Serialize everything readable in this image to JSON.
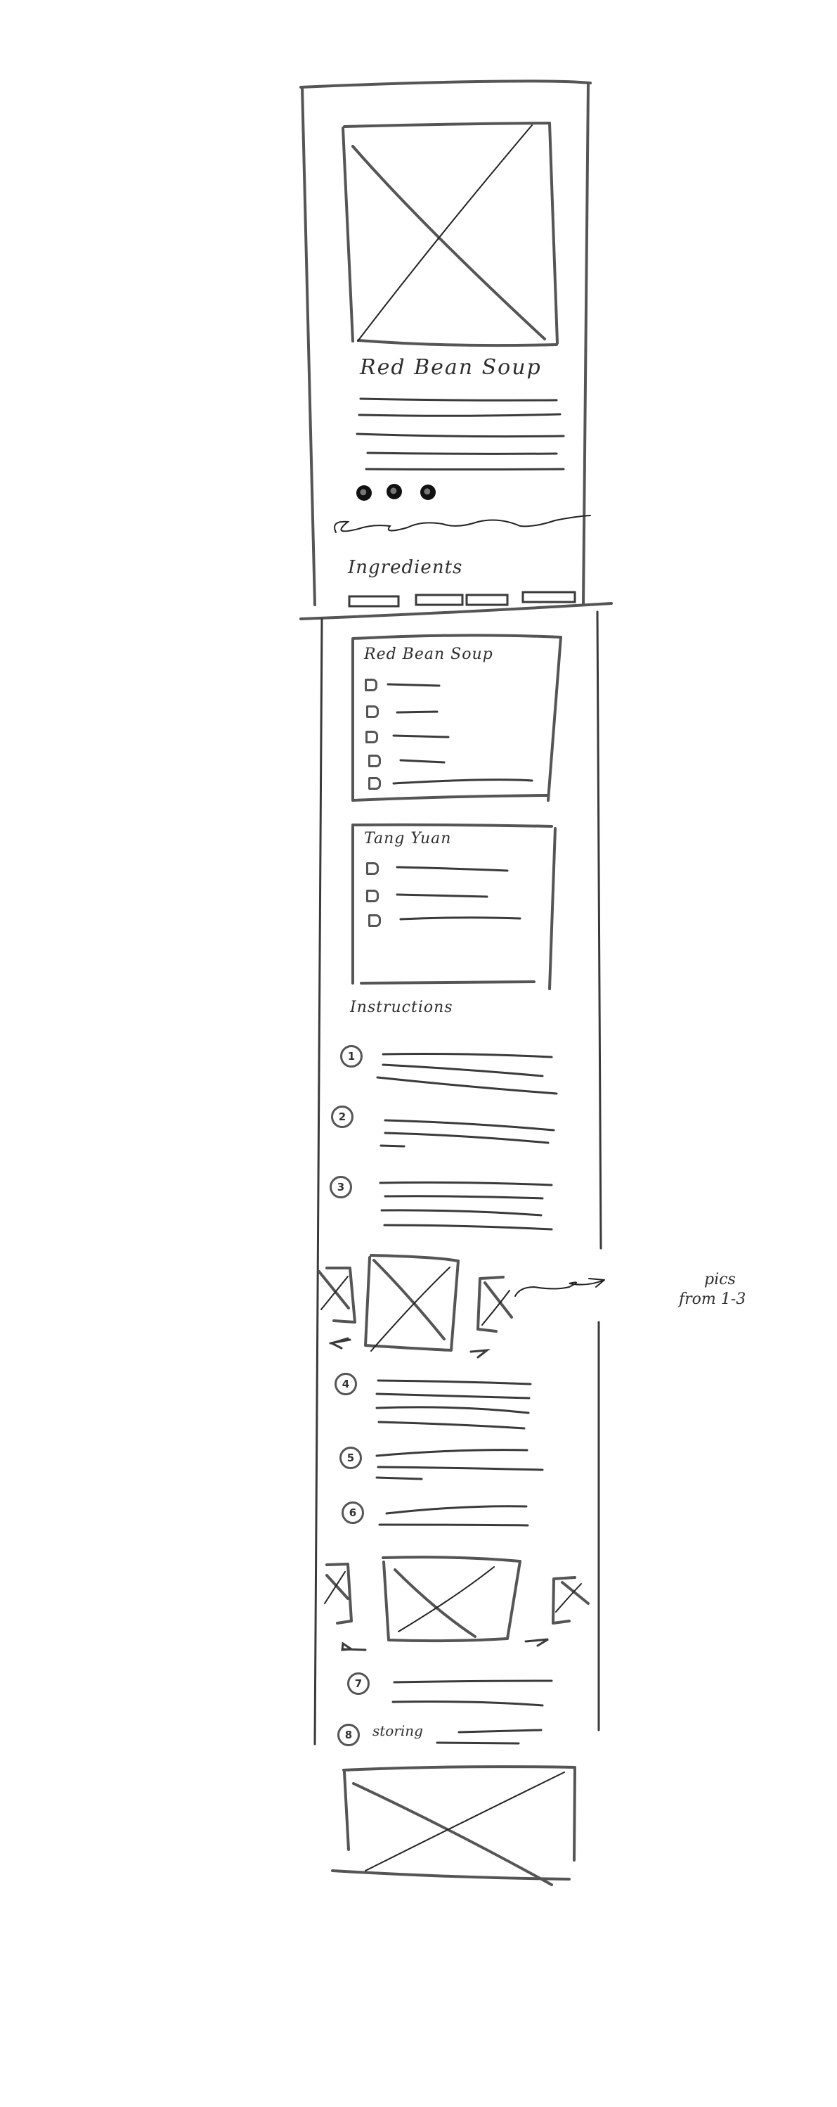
{
  "wireframe": {
    "type": "mobile recipe page sketch",
    "hero_image": {
      "placeholder": "image-placeholder"
    },
    "recipe_title": "Red Bean Soup",
    "description_lines": 5,
    "carousel_dots": 3,
    "tagline_scribble": "(handwritten scribble)",
    "ingredients": {
      "heading": "Ingredients",
      "tabs_count": 4,
      "lists": [
        {
          "title": "Red Bean Soup",
          "items_count": 5
        },
        {
          "title": "Tang Yuan",
          "items_count": 3
        }
      ]
    },
    "instructions": {
      "heading": "Instructions",
      "steps": [
        {
          "number": "1",
          "lines": 3
        },
        {
          "number": "2",
          "lines": 3
        },
        {
          "number": "3",
          "lines": 4
        },
        {
          "number": "4",
          "lines": 4
        },
        {
          "number": "5",
          "lines": 3
        },
        {
          "number": "6",
          "lines": 2
        },
        {
          "number": "7",
          "lines": 2
        },
        {
          "number": "8",
          "label": "storing",
          "lines": 2
        }
      ],
      "carousels": [
        {
          "position": "after step 3",
          "prev_arrow": "←",
          "next_arrow": "→",
          "annotation": "pics from 1-3"
        },
        {
          "position": "after step 6",
          "prev_arrow": "←",
          "next_arrow": "→"
        }
      ]
    },
    "footer_image": {
      "placeholder": "image-placeholder"
    }
  },
  "labels": {
    "recipe_title": "Red Bean Soup",
    "ingredients_heading": "Ingredients",
    "list1_title": "Red Bean Soup",
    "list2_title": "Tang Yuan",
    "instructions_heading": "Instructions",
    "step1": "1",
    "step2": "2",
    "step3": "3",
    "step4": "4",
    "step5": "5",
    "step6": "6",
    "step7": "7",
    "step8": "8",
    "step8_label": "storing",
    "annotation_line1": "pics",
    "annotation_line2": "from 1-3",
    "arrow_prev": "←",
    "arrow_next": "→"
  },
  "colors": {
    "ink": "#555555",
    "ink_dark": "#222222",
    "paper": "#ffffff"
  }
}
